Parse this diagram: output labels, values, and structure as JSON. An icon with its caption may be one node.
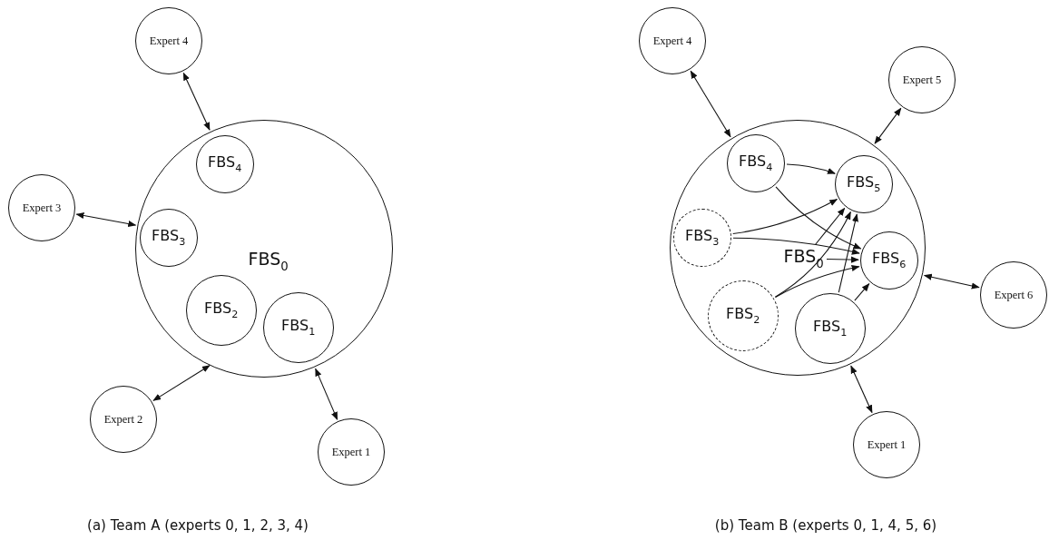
{
  "diagram": {
    "nodes": [
      {
        "text": [
          "Expert 4"
        ]
      },
      {
        "text": [
          "Expert 3"
        ]
      },
      {
        "text": [
          "FBS$_{0}$"
        ]
      },
      {
        "text": [
          "FBS$_{4}$"
        ],
        "in": 2
      },
      {
        "text": [
          "FBS$_{3}$"
        ],
        "in": 2
      },
      {
        "text": [
          "FBS$_{2}$"
        ],
        "in": 2
      },
      {
        "text": [
          "FBS$_{1}$"
        ],
        "in": 2
      },
      {
        "text": [
          "Expert 2"
        ]
      },
      {
        "text": [
          "Expert 1"
        ]
      },
      {
        "text": [
          "Expert 4"
        ]
      },
      {
        "text": [
          "Expert 5"
        ]
      },
      {
        "text": [],
        "shape": "circle"
      },
      {
        "text": [
          "FBS$_{0}$"
        ],
        "in": 11
      },
      {
        "text": [
          "FBS$_{4}$"
        ],
        "in": 11
      },
      {
        "text": [
          "FBS$_{5}$"
        ],
        "in": 11
      },
      {
        "text": [
          "FBS$_{3}$"
        ],
        "in": 11
      },
      {
        "text": [
          "FBS$_{6}$"
        ],
        "in": 11
      },
      {
        "text": [
          "FBS$_{2}$"
        ],
        "in": 11
      },
      {
        "text": [
          "FBS$_{1}$"
        ],
        "in": 11
      },
      {
        "text": [
          "Expert 6"
        ]
      },
      {
        "text": [
          "Expert 1"
        ]
      }
    ],
    "edges": [
      {
        "from": 0,
        "to": 2,
        "arrow": "both"
      },
      {
        "from": 1,
        "to": 2,
        "arrow": "both"
      },
      {
        "from": 7,
        "to": 2,
        "arrow": "both"
      },
      {
        "from": 8,
        "to": 2,
        "arrow": "both"
      },
      {
        "from": 9,
        "to": 11,
        "arrow": "both"
      },
      {
        "from": 10,
        "to": 11,
        "arrow": "both"
      },
      {
        "from": 13,
        "to": 14,
        "arrow": "to"
      },
      {
        "from": 13,
        "to": 16,
        "arrow": "to"
      },
      {
        "from": 15,
        "to": 14,
        "arrow": "to"
      },
      {
        "from": 15,
        "to": 16,
        "arrow": "to"
      },
      {
        "from": 12,
        "to": 14,
        "arrow": "to"
      },
      {
        "from": 12,
        "to": 16,
        "arrow": "to"
      },
      {
        "from": 17,
        "to": 14,
        "arrow": "to"
      },
      {
        "from": 17,
        "to": 16,
        "arrow": "to"
      },
      {
        "from": 18,
        "to": 14,
        "arrow": "to"
      },
      {
        "from": 18,
        "to": 16,
        "arrow": "to"
      },
      {
        "from": 19,
        "to": 11,
        "arrow": "both"
      },
      {
        "from": 20,
        "to": 11,
        "arrow": "both"
      }
    ],
    "labels": [
      "(a) Team A (experts 0, 1, 2, 3, 4)",
      "(b) Team B (experts 0, 1, 4, 5, 6)"
    ]
  }
}
